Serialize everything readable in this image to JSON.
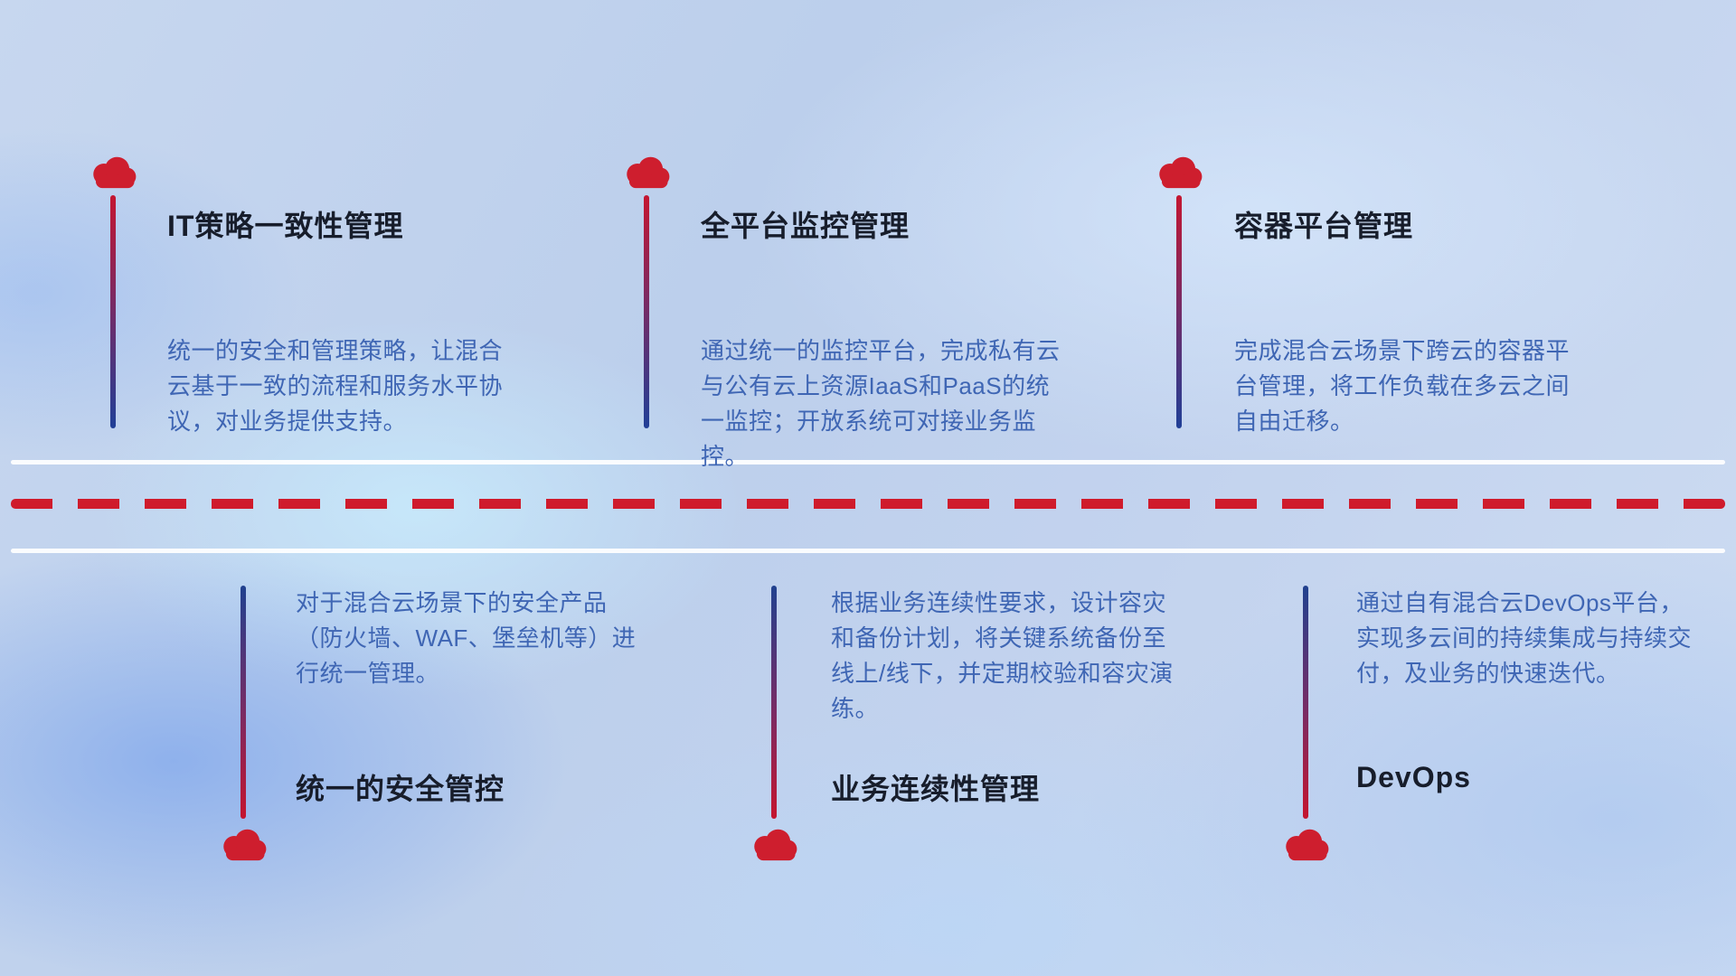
{
  "top_items": [
    {
      "title": "IT策略一致性管理",
      "desc": "统一的安全和管理策略，让混合云基于一致的流程和服务水平协议，对业务提供支持。"
    },
    {
      "title": "全平台监控管理",
      "desc": "通过统一的监控平台，完成私有云与公有云上资源IaaS和PaaS的统一监控；开放系统可对接业务监控。"
    },
    {
      "title": "容器平台管理",
      "desc": "完成混合云场景下跨云的容器平台管理，将工作负载在多云之间自由迁移。"
    }
  ],
  "bottom_items": [
    {
      "title": "统一的安全管控",
      "desc": "对于混合云场景下的安全产品（防火墙、WAF、堡垒机等）进行统一管理。"
    },
    {
      "title": "业务连续性管理",
      "desc": "根据业务连续性要求，设计容灾和备份计划，将关键系统备份至线上/线下，并定期校验和容灾演练。"
    },
    {
      "title": "DevOps",
      "desc": "通过自有混合云DevOps平台，实现多云间的持续集成与持续交付，及业务的快速迭代。"
    }
  ],
  "colors": {
    "cloud_red": "#ce1e2e",
    "dash_red": "#cf1b2c",
    "line_blue": "#20418f",
    "desc_blue": "#3f66b4",
    "title_dark": "#171d2b",
    "background_blue": "#c3d3ee"
  }
}
